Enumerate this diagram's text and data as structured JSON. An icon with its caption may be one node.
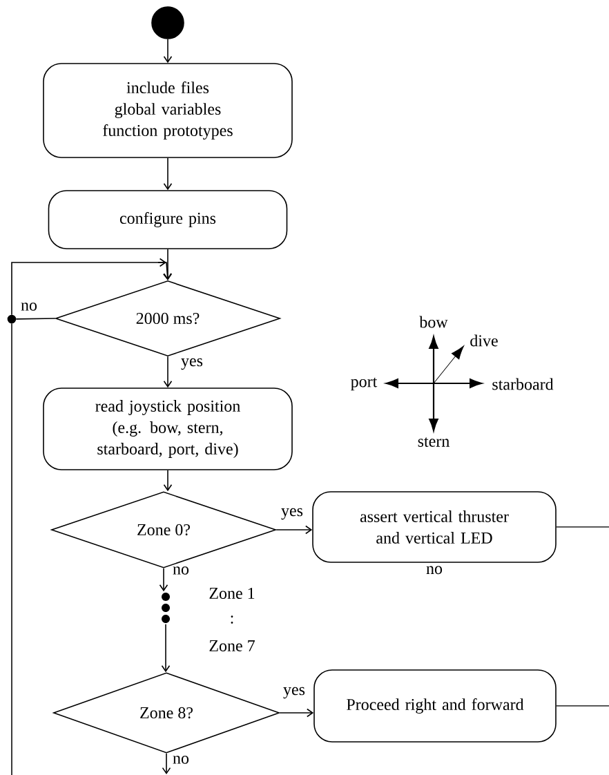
{
  "diagram": {
    "nodes": [
      {
        "text": [],
        "shape": "circle"
      },
      {
        "text": [
          "include files",
          "global variables",
          "function prototypes"
        ]
      },
      {
        "text": [
          "configure pins"
        ]
      },
      {
        "text": [
          "2000 ms?"
        ]
      },
      {
        "text": [
          "read joystick position (e.g. bow, stern, starboard, port, dive)"
        ]
      },
      {
        "text": [
          "Zone 0?"
        ]
      },
      {
        "text": [
          "assert vertical thruster and vertical LED"
        ],
        "beside": [
          "no"
        ]
      },
      {
        "text": [
          "Zone 8?"
        ]
      },
      {
        "text": [
          "Proceed right and forward"
        ]
      },
      {
        "text": [],
        "shape": "circle"
      },
      {
        "text": [],
        "shape": "dots"
      }
    ],
    "edges": [
      {
        "from": 0,
        "to": 1,
        "arrow": "to"
      },
      {
        "from": 1,
        "to": 2,
        "arrow": "to"
      },
      {
        "from": 2,
        "to": 3,
        "arrow": "to"
      },
      {
        "from": 3,
        "to": 9,
        "arrow": "none",
        "label": "no"
      },
      {
        "from": 9,
        "to": 3,
        "arrow": "to"
      },
      {
        "from": null,
        "to": 9,
        "arrow": "none"
      },
      {
        "from": 3,
        "to": 4,
        "arrow": "to",
        "label": "yes"
      },
      {
        "from": 4,
        "to": 5,
        "arrow": "to"
      },
      {
        "from": 5,
        "to": 6,
        "arrow": "to",
        "label": "yes"
      },
      {
        "from": 6,
        "to": null,
        "arrow": "none"
      },
      {
        "from": 5,
        "to": 10,
        "arrow": "to",
        "label": "no"
      },
      {
        "from": 10,
        "to": 7,
        "arrow": "to"
      },
      {
        "from": 7,
        "to": 8,
        "arrow": "to",
        "label": "yes"
      },
      {
        "from": 8,
        "to": null,
        "arrow": "none"
      },
      {
        "from": 7,
        "to": null,
        "arrow": "to",
        "label": "no"
      }
    ],
    "labels": [
      "bow",
      "dive",
      "port",
      "starboard",
      "stern",
      "Zone 1",
      ":",
      "Zone 7"
    ]
  }
}
